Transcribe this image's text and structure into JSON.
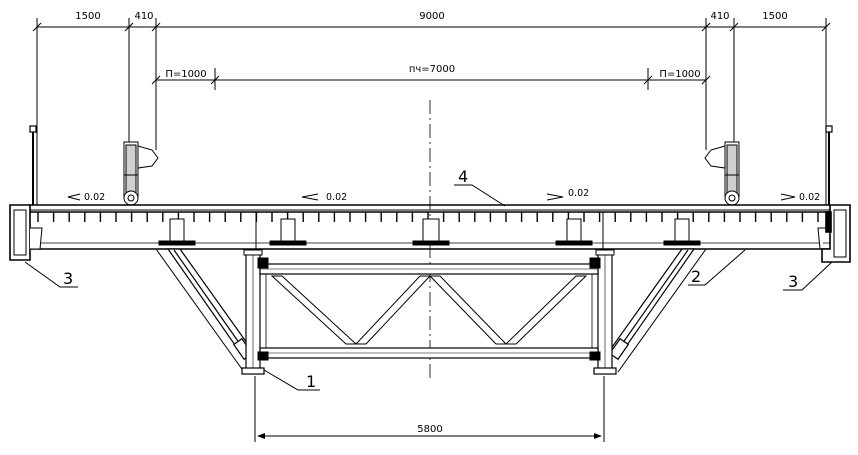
{
  "dimensions": {
    "footpath_left": "1500",
    "barrier_left": "410",
    "overall": "9000",
    "barrier_right": "410",
    "footpath_right": "1500",
    "shoulder_left": "П=1000",
    "carriageway": "пч=7000",
    "shoulder_right": "П=1000",
    "girder_spacing": "5800"
  },
  "slopes": {
    "left_edge": "0.02",
    "left_center": "0.02",
    "right_center": "0.02",
    "right_edge": "0.02"
  },
  "callouts": {
    "truss": "1",
    "deck_slab": "2",
    "curb_left": "3",
    "curb_right": "3",
    "surfacing": "4"
  },
  "colors": {
    "line": "#000000",
    "background": "#ffffff"
  }
}
